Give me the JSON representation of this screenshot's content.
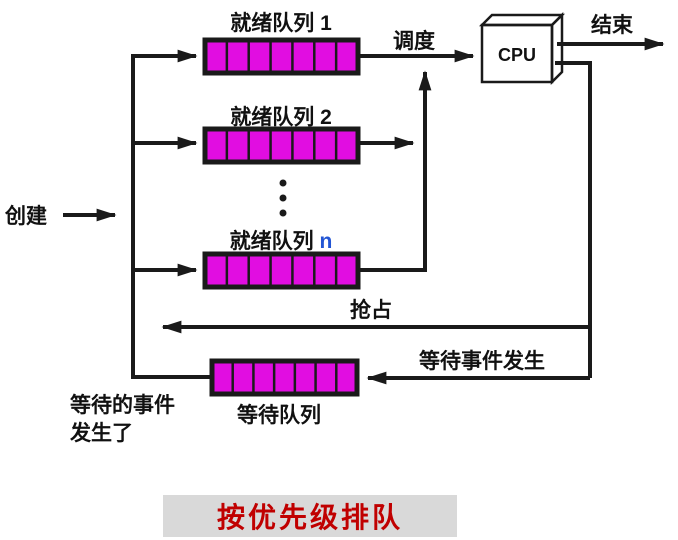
{
  "colors": {
    "queue_fill": "#E10DE1",
    "line": "#1A1A1A",
    "cpu_front": "#D9D9D9",
    "cpu_top": "#9E9E9E",
    "cpu_side": "#B5B5B5",
    "accent_blue": "#2255D4",
    "title_text": "#C00000",
    "title_bg": "#D9D9D9"
  },
  "diagram": {
    "create_label": "创建",
    "dispatch_label": "调度",
    "finish_label": "结束",
    "preempt_label": "抢占",
    "wait_event_label": "等待事件发生",
    "awaited_event_line1": "等待的事件",
    "awaited_event_line2": "发生了",
    "cpu_label": "CPU",
    "ready_queue_1_label": "就绪队列 1",
    "ready_queue_2_label": "就绪队列 2",
    "ready_queue_n_prefix": "就绪队列 ",
    "ready_queue_n_suffix": "n",
    "wait_queue_label": "等待队列",
    "ellipsis_dots": 3,
    "cells_per_queue": 7
  },
  "title": "按优先级排队"
}
